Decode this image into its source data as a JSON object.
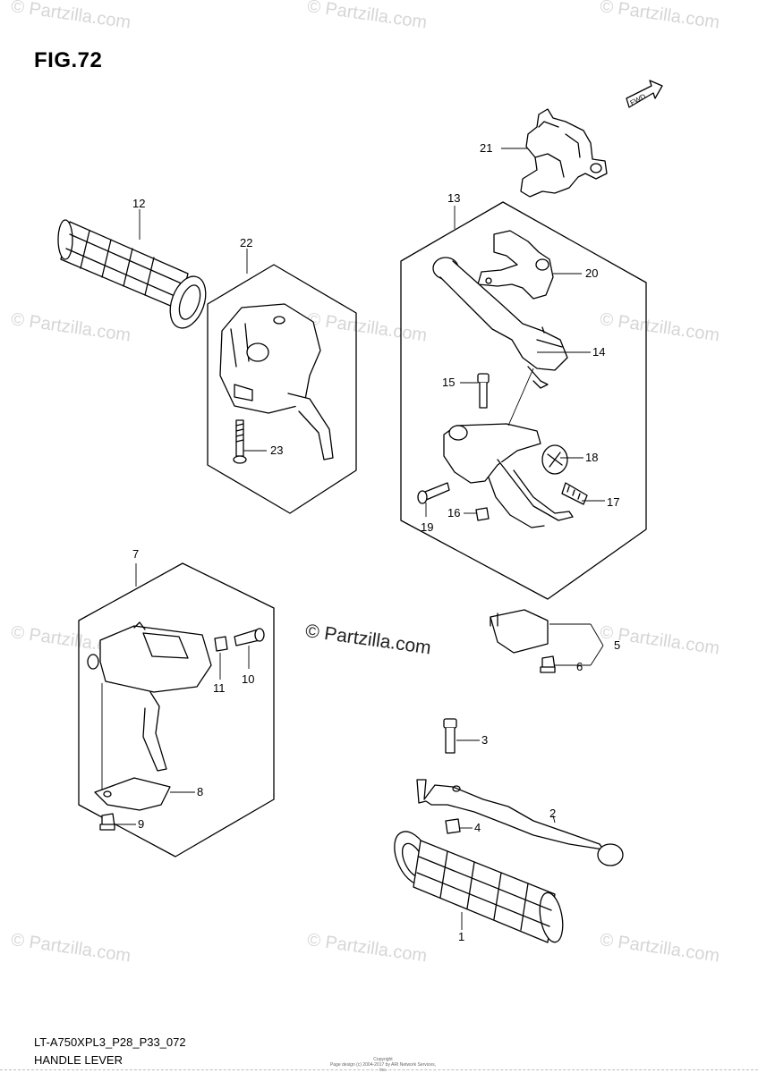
{
  "figure": {
    "title": "FIG.72",
    "code": "LT-A750XPL3_P28_P33_072",
    "caption": "HANDLE LEVER",
    "fwd_label": "FWD"
  },
  "copyright_note": {
    "line1": "Copyright",
    "line2": "Page design (c) 2004-2017 by ARI Network Services, Inc."
  },
  "watermarks": {
    "text": "© Partzilla.com",
    "center_text": "© Partzilla.com"
  },
  "callouts": [
    {
      "id": "c1",
      "label": "1"
    },
    {
      "id": "c2",
      "label": "2"
    },
    {
      "id": "c3",
      "label": "3"
    },
    {
      "id": "c4",
      "label": "4"
    },
    {
      "id": "c5",
      "label": "5"
    },
    {
      "id": "c6",
      "label": "6"
    },
    {
      "id": "c7",
      "label": "7"
    },
    {
      "id": "c8",
      "label": "8"
    },
    {
      "id": "c9",
      "label": "9"
    },
    {
      "id": "c10",
      "label": "10"
    },
    {
      "id": "c11",
      "label": "11"
    },
    {
      "id": "c12",
      "label": "12"
    },
    {
      "id": "c13",
      "label": "13"
    },
    {
      "id": "c14",
      "label": "14"
    },
    {
      "id": "c15",
      "label": "15"
    },
    {
      "id": "c16",
      "label": "16"
    },
    {
      "id": "c17",
      "label": "17"
    },
    {
      "id": "c18",
      "label": "18"
    },
    {
      "id": "c19",
      "label": "19"
    },
    {
      "id": "c20",
      "label": "20"
    },
    {
      "id": "c21",
      "label": "21"
    },
    {
      "id": "c22",
      "label": "22"
    },
    {
      "id": "c23",
      "label": "23"
    }
  ]
}
